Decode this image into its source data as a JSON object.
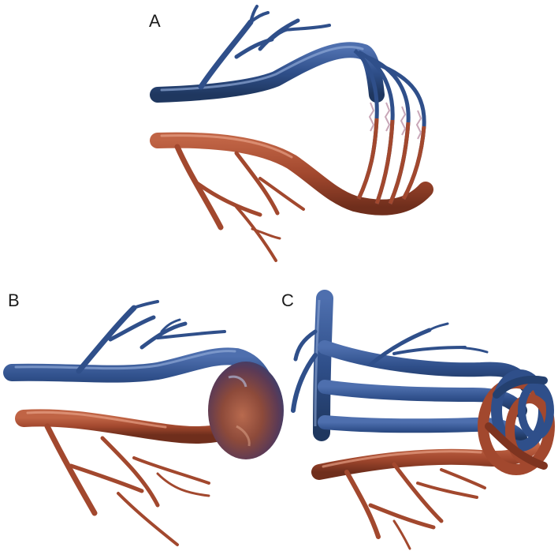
{
  "panels": [
    {
      "id": "a",
      "label": "A"
    },
    {
      "id": "b",
      "label": "B"
    },
    {
      "id": "c",
      "label": "C"
    }
  ],
  "colors": {
    "vein": "#2f4f8a",
    "vein_dark": "#24406f",
    "vein_highlight": "#7f9dd0",
    "artery": "#a2482e",
    "artery_dark": "#7e3420",
    "artery_highlight": "#e9a48a",
    "nidus": "#6d3a4a"
  }
}
